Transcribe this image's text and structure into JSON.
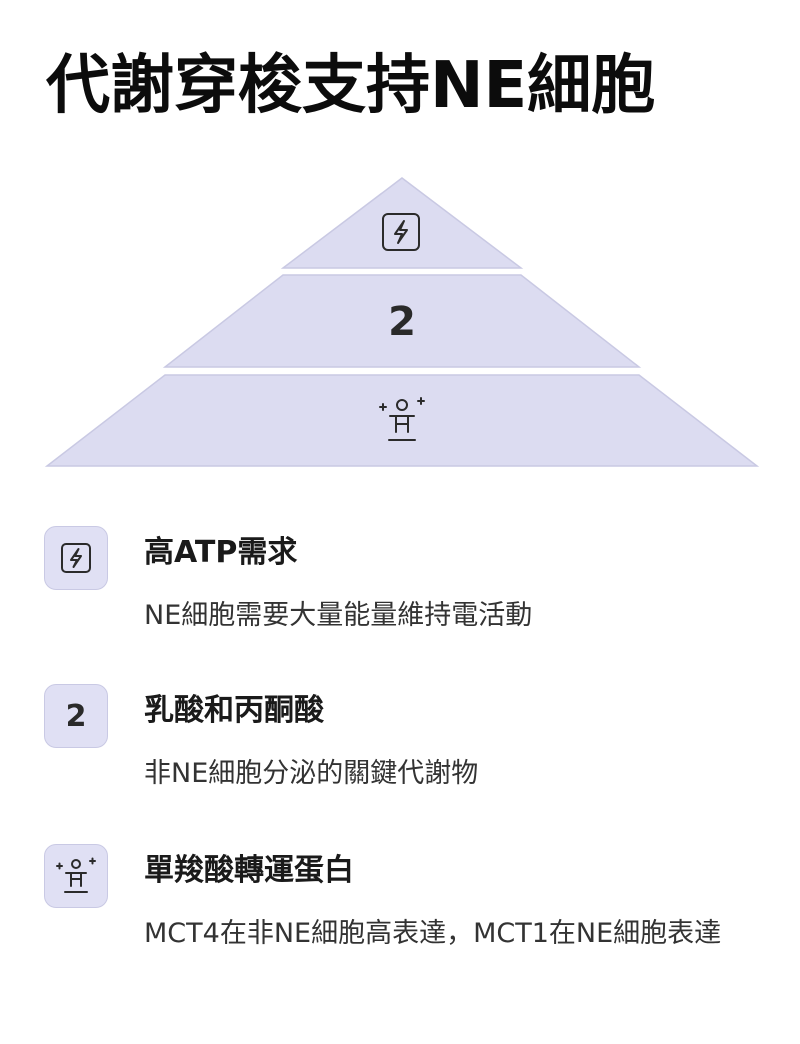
{
  "page": {
    "title": "代謝穿梭支持NE細胞"
  },
  "pyramid": {
    "tiers": [
      {
        "position": "top",
        "icon": "lightning-icon"
      },
      {
        "position": "middle",
        "number": "2"
      },
      {
        "position": "bottom",
        "icon": "person-sparkle-icon"
      }
    ]
  },
  "legend": {
    "items": [
      {
        "icon": "lightning-icon",
        "title": "高ATP需求",
        "description": "NE細胞需要大量能量維持電活動"
      },
      {
        "number": "2",
        "title": "乳酸和丙酮酸",
        "description": "非NE細胞分泌的關鍵代謝物"
      },
      {
        "icon": "person-sparkle-icon",
        "title": "單羧酸轉運蛋白",
        "description": "MCT4在非NE細胞高表達，MCT1在NE細胞表達"
      }
    ]
  },
  "colors": {
    "tier_fill": "#dcdcf1",
    "tier_stroke": "#c9c9e3",
    "badge_fill": "#e0e0f4",
    "text_dark": "#1a1a1a"
  }
}
